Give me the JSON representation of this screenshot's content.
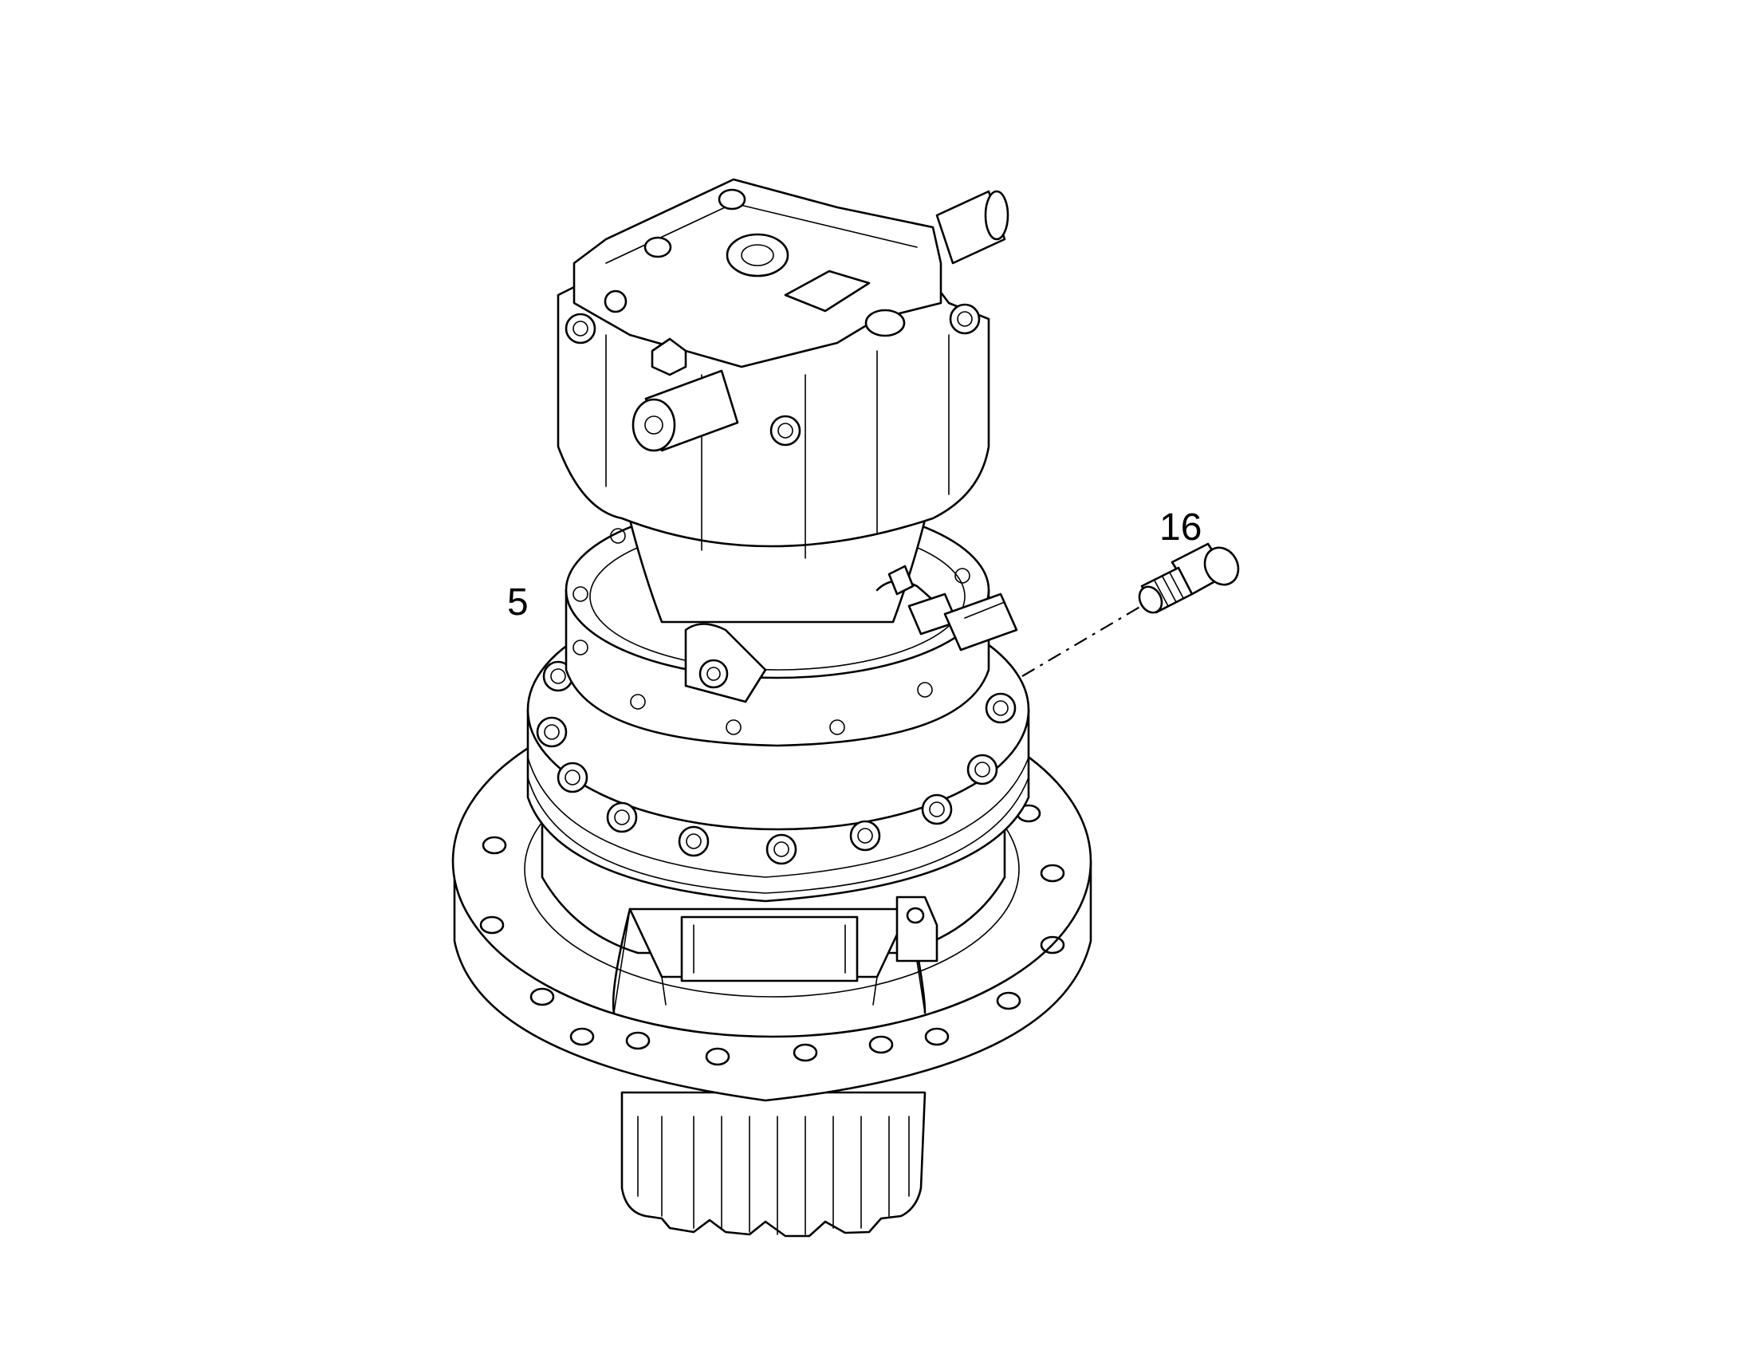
{
  "callouts": [
    {
      "id": "5",
      "label": "5"
    },
    {
      "id": "16",
      "label": "16"
    }
  ],
  "colors": {
    "line": "#000000",
    "background": "#ffffff"
  },
  "parts": [
    {
      "name": "swing-motor-reduction-gear-assembly",
      "callout": "5"
    },
    {
      "name": "plug",
      "callout": "16"
    }
  ]
}
